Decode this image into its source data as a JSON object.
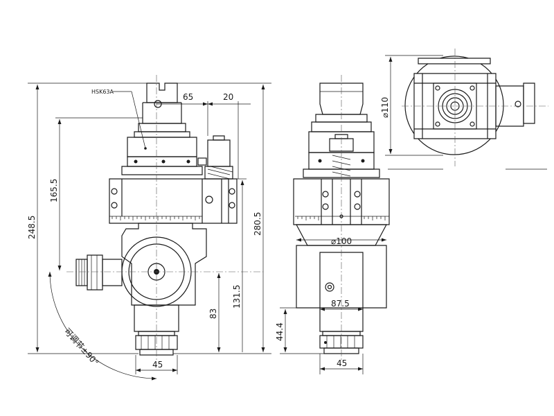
{
  "labels": {
    "hsk": "HSK63A",
    "adjust": "可调节±90°"
  },
  "side_view": {
    "dims": {
      "d65": "65",
      "d20": "20",
      "d165_5": "165.5",
      "d248_5": "248.5",
      "d280_5": "280.5",
      "d131_5": "131.5",
      "d83": "83",
      "d45": "45"
    }
  },
  "front_view": {
    "dims": {
      "d100": "⌀100",
      "d87_5": "87.5",
      "d44_4": "44.4",
      "d45": "45"
    }
  },
  "top_view": {
    "dims": {
      "d110": "⌀110"
    }
  }
}
